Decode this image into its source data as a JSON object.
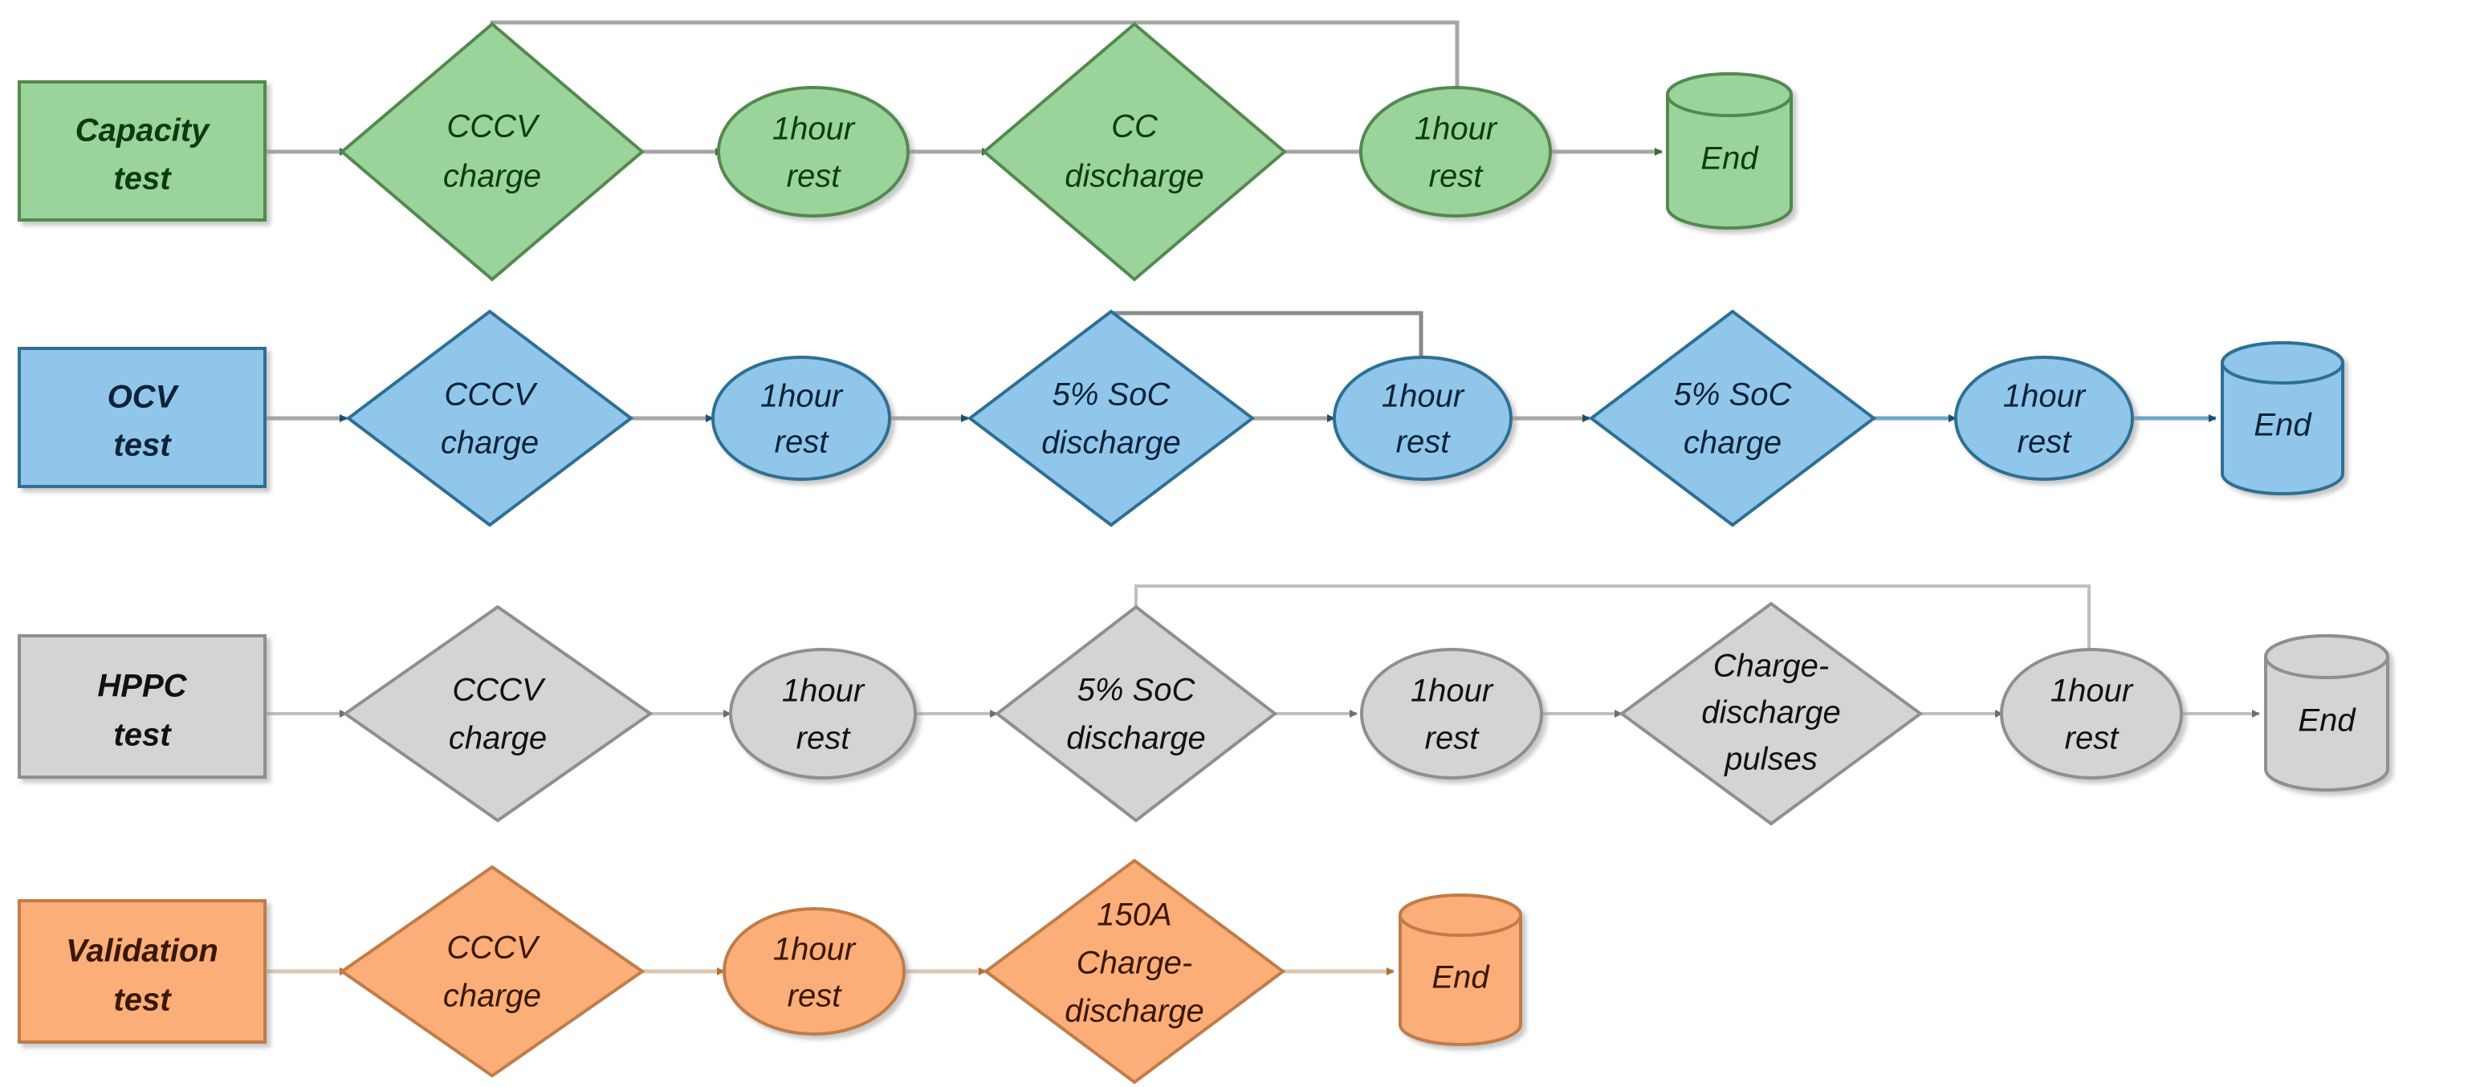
{
  "diagram": {
    "title": "Battery test procedure flowcharts",
    "rows": [
      {
        "id": "capacity",
        "name": "Capacity test",
        "color_fill": "#9BD49B",
        "color_stroke": "#53894F",
        "color_text": "#0C3B11",
        "color_arrow": "#A6A6A6",
        "start_label_line1": "Capacity",
        "start_label_line2": "test",
        "nodes": [
          {
            "kind": "process",
            "lines": [
              "Capacity",
              "test"
            ]
          },
          {
            "kind": "decision",
            "lines": [
              "CCCV",
              "charge"
            ]
          },
          {
            "kind": "ellipse",
            "lines": [
              "1hour",
              "rest"
            ]
          },
          {
            "kind": "decision",
            "lines": [
              "CC",
              "discharge"
            ]
          },
          {
            "kind": "ellipse",
            "lines": [
              "1hour",
              "rest"
            ]
          },
          {
            "kind": "cylinder",
            "lines": [
              "End"
            ]
          }
        ],
        "loop": {
          "from": "1hour rest (2nd)",
          "to": "CCCV charge"
        }
      },
      {
        "id": "ocv",
        "name": "OCV test",
        "color_fill": "#90C6E9",
        "color_stroke": "#2E6F94",
        "color_text": "#0B2238",
        "color_arrow": "#A6A6A6",
        "start_label_line1": "OCV",
        "start_label_line2": "test",
        "nodes": [
          {
            "kind": "process",
            "lines": [
              "OCV",
              "test"
            ]
          },
          {
            "kind": "decision",
            "lines": [
              "CCCV",
              "charge"
            ]
          },
          {
            "kind": "ellipse",
            "lines": [
              "1hour",
              "rest"
            ]
          },
          {
            "kind": "decision",
            "lines": [
              "5% SoC",
              "discharge"
            ]
          },
          {
            "kind": "ellipse",
            "lines": [
              "1hour",
              "rest"
            ]
          },
          {
            "kind": "decision",
            "lines": [
              "5% SoC",
              "charge"
            ]
          },
          {
            "kind": "ellipse",
            "lines": [
              "1hour",
              "rest"
            ]
          },
          {
            "kind": "cylinder",
            "lines": [
              "End"
            ]
          }
        ],
        "loop": {
          "from": "1hour rest (2nd)",
          "to": "5% SoC discharge"
        }
      },
      {
        "id": "hppc",
        "name": "HPPC test",
        "color_fill": "#D5D3D4",
        "color_stroke": "#8F8F8F",
        "color_text": "#111111",
        "color_arrow": "#A6A6A6",
        "start_label_line1": "HPPC",
        "start_label_line2": "test",
        "nodes": [
          {
            "kind": "process",
            "lines": [
              "HPPC",
              "test"
            ]
          },
          {
            "kind": "decision",
            "lines": [
              "CCCV",
              "charge"
            ]
          },
          {
            "kind": "ellipse",
            "lines": [
              "1hour",
              "rest"
            ]
          },
          {
            "kind": "decision",
            "lines": [
              "5% SoC",
              "discharge"
            ]
          },
          {
            "kind": "ellipse",
            "lines": [
              "1hour",
              "rest"
            ]
          },
          {
            "kind": "decision",
            "lines": [
              "Charge-",
              "discharge",
              "pulses"
            ]
          },
          {
            "kind": "ellipse",
            "lines": [
              "1hour",
              "rest"
            ]
          },
          {
            "kind": "cylinder",
            "lines": [
              "End"
            ]
          }
        ],
        "loop": {
          "from": "1hour rest (3rd)",
          "to": "5% SoC discharge"
        }
      },
      {
        "id": "validation",
        "name": "Validation test",
        "color_fill": "#FBAE77",
        "color_stroke": "#C07C49",
        "color_text": "#3A1703",
        "color_arrow": "#C08457",
        "start_label_line1": "Validation",
        "start_label_line2": "test",
        "nodes": [
          {
            "kind": "process",
            "lines": [
              "Validation",
              "test"
            ]
          },
          {
            "kind": "decision",
            "lines": [
              "CCCV",
              "charge"
            ]
          },
          {
            "kind": "ellipse",
            "lines": [
              "1hour",
              "rest"
            ]
          },
          {
            "kind": "decision",
            "lines": [
              "150A",
              "Charge-",
              "discharge"
            ]
          },
          {
            "kind": "cylinder",
            "lines": [
              "End"
            ]
          }
        ],
        "loop": null
      }
    ]
  },
  "labels": {
    "capacity_test": "Capacity test",
    "ocv_test": "OCV test",
    "hppc_test": "HPPC test",
    "validation_test": "Validation test",
    "cccv_charge": "CCCV charge",
    "one_hour_rest": "1hour rest",
    "cc_discharge": "CC discharge",
    "soc_discharge": "5% SoC discharge",
    "soc_charge": "5% SoC charge",
    "charge_discharge_pulses": "Charge-discharge pulses",
    "validation_pulse": "150A Charge-discharge",
    "end": "End"
  }
}
